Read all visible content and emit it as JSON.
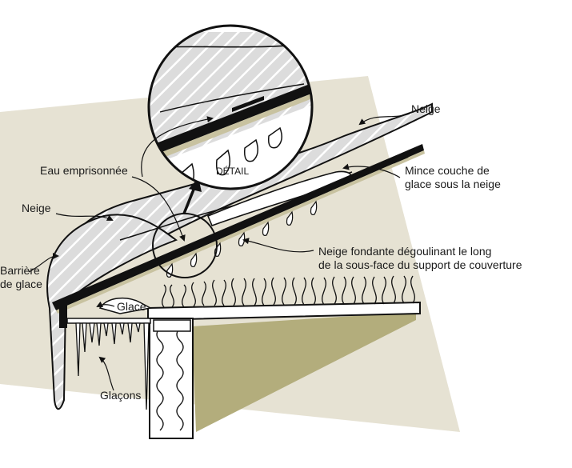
{
  "labels": {
    "snow_top": "Neige",
    "trapped_water": "Eau emprisonnée",
    "snow_left": "Neige",
    "ice_dam_line1": "Barrière",
    "ice_dam_line2": "de glace",
    "thin_ice_line1": "Mince couche de",
    "thin_ice_line2": "glace sous la neige",
    "melt_line1": "Neige fondante dégoulinant le long",
    "melt_line2": "de la sous-face du support de couverture",
    "ice": "Glace",
    "icicles": "Glaçons",
    "detail": "DÉTAIL"
  },
  "colors": {
    "background_wall": "#e4e0d1",
    "attic_wall": "#b0aa7b",
    "snow_fill": "#d9d9d9",
    "ice_fill": "#ffffff",
    "outline": "#111111",
    "membrane": "#c8c2a0"
  }
}
